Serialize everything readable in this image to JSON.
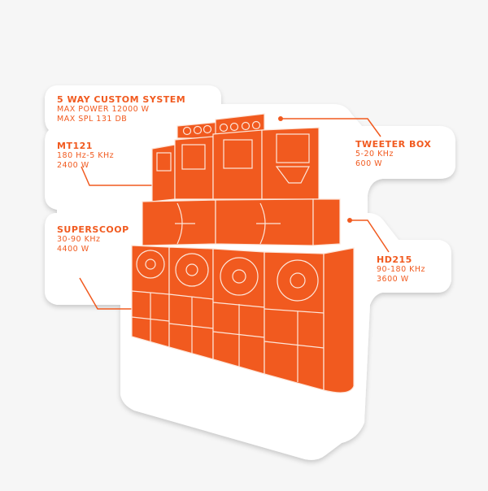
{
  "sticker": {
    "accent_color": "#f15a1f",
    "line_color": "#fde6da",
    "background_color": "#f6f6f6",
    "labels": [
      {
        "id": "system",
        "title": "5 WAY CUSTOM SYSTEM",
        "lines": [
          "MAX POWER 12000 W",
          "MAX SPL 131 DB"
        ]
      },
      {
        "id": "mt121",
        "title": "MT121",
        "lines": [
          "180 Hz-5 KHz",
          "2400 W"
        ]
      },
      {
        "id": "tweeter",
        "title": "TWEETER BOX",
        "lines": [
          "5-20 KHz",
          "600 W"
        ]
      },
      {
        "id": "superscoop",
        "title": "SUPERSCOOP",
        "lines": [
          "30-90 KHz",
          "4400 W"
        ]
      },
      {
        "id": "hd215",
        "title": "HD215",
        "lines": [
          "90-180 KHz",
          "3600 W"
        ]
      }
    ]
  }
}
